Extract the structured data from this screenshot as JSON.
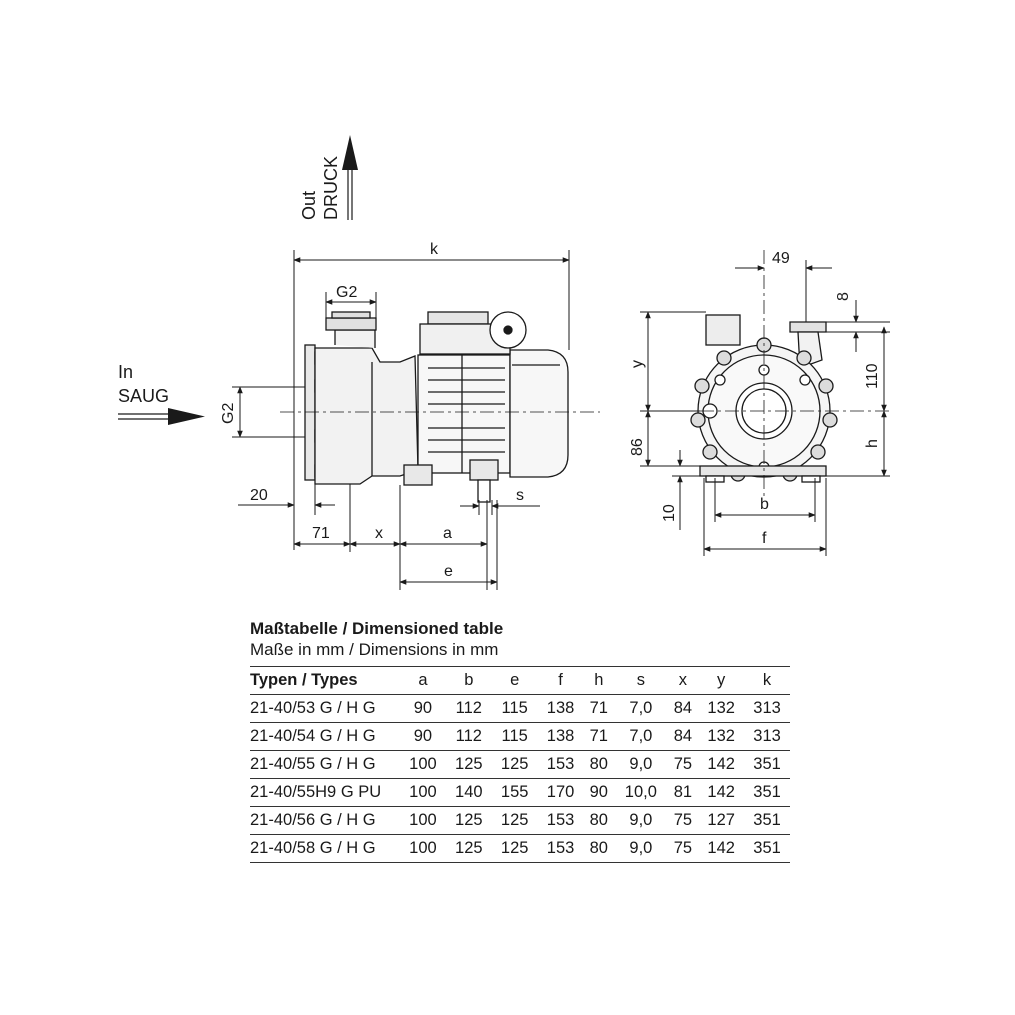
{
  "labels": {
    "out": "Out",
    "druck": "DRUCK",
    "in": "In",
    "saug": "SAUG"
  },
  "dimensions": {
    "k": "k",
    "g2_top": "G2",
    "g2_side": "G2",
    "d20": "20",
    "d71": "71",
    "x": "x",
    "a": "a",
    "s": "s",
    "e": "e",
    "d49": "49",
    "d8": "8",
    "d110": "110",
    "y": "y",
    "d86": "86",
    "h": "h",
    "d10": "10",
    "b": "b",
    "f": "f"
  },
  "table": {
    "title": "Maßtabelle / Dimensioned table",
    "subtitle": "Maße in mm / Dimensions in mm",
    "headers": [
      "Typen / Types",
      "a",
      "b",
      "e",
      "f",
      "h",
      "s",
      "x",
      "y",
      "k"
    ],
    "rows": [
      [
        "21-40/53 G / H G",
        "90",
        "112",
        "115",
        "138",
        "71",
        "7,0",
        "84",
        "132",
        "313"
      ],
      [
        "21-40/54 G / H G",
        "90",
        "112",
        "115",
        "138",
        "71",
        "7,0",
        "84",
        "132",
        "313"
      ],
      [
        "21-40/55 G / H G",
        "100",
        "125",
        "125",
        "153",
        "80",
        "9,0",
        "75",
        "142",
        "351"
      ],
      [
        "21-40/55H9 G PU",
        "100",
        "140",
        "155",
        "170",
        "90",
        "10,0",
        "81",
        "142",
        "351"
      ],
      [
        "21-40/56 G / H G",
        "100",
        "125",
        "125",
        "153",
        "80",
        "9,0",
        "75",
        "127",
        "351"
      ],
      [
        "21-40/58 G / H G",
        "100",
        "125",
        "125",
        "153",
        "80",
        "9,0",
        "75",
        "142",
        "351"
      ]
    ]
  }
}
